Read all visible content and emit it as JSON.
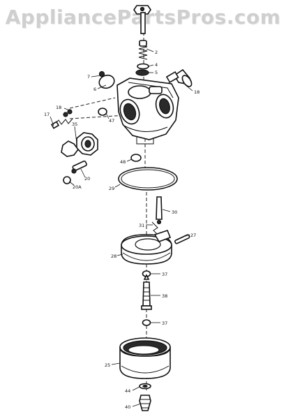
{
  "watermark": "AppliancePartsPros.com",
  "callouts": {
    "p2": "2",
    "p4": "4",
    "p5": "5",
    "p6": "6",
    "p7": "7",
    "p17": "17",
    "p18a": "18",
    "p18b": "18",
    "p20": "20",
    "p20a": "20A",
    "p25": "25",
    "p27": "27",
    "p28": "28",
    "p29": "29",
    "p30": "30",
    "p31": "31",
    "p35": "35",
    "p37a": "37",
    "p37b": "37",
    "p38": "38",
    "p40": "40",
    "p44": "44",
    "p47": "47",
    "p48": "48"
  }
}
